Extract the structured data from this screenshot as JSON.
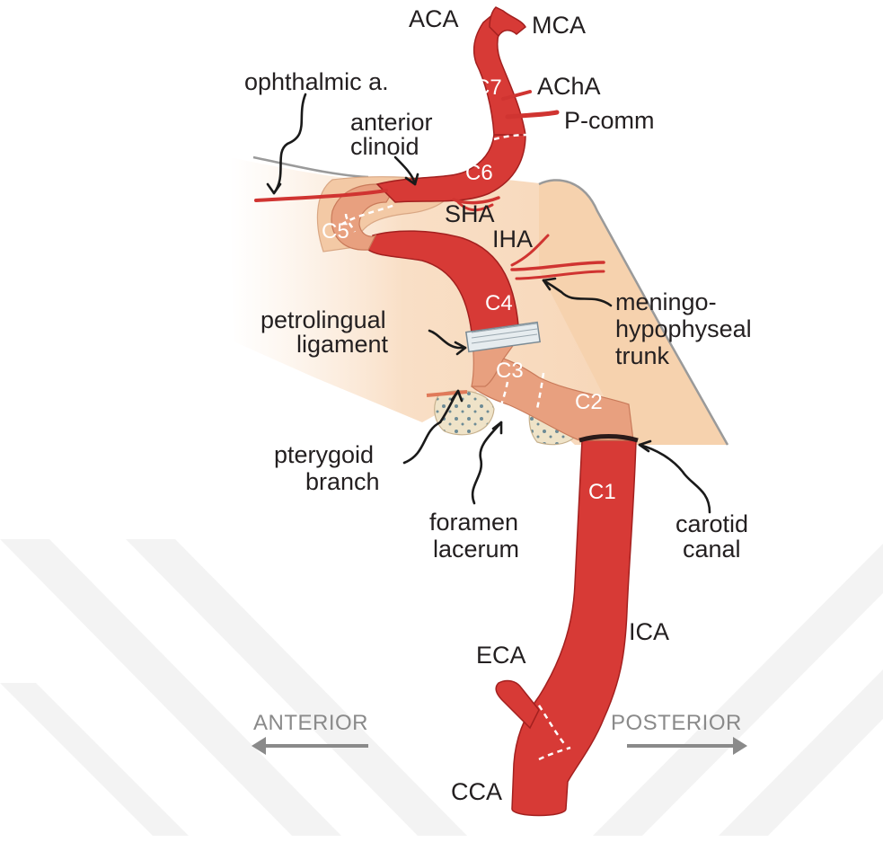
{
  "labels": {
    "aca": "ACA",
    "mca": "MCA",
    "acha": "AChA",
    "pcomm": "P-comm",
    "ophthalmic": "ophthalmic a.",
    "anterior_clinoid_1": "anterior",
    "anterior_clinoid_2": "clinoid",
    "sha": "SHA",
    "iha": "IHA",
    "meningo_1": "meningo-",
    "meningo_2": "hypophyseal",
    "meningo_3": "trunk",
    "petrolingual_1": "petrolingual",
    "petrolingual_2": "ligament",
    "pterygoid_1": "pterygoid",
    "pterygoid_2": "branch",
    "foramen_1": "foramen",
    "foramen_2": "lacerum",
    "carotid_1": "carotid",
    "carotid_2": "canal",
    "ica": "ICA",
    "eca": "ECA",
    "cca": "CCA"
  },
  "segments": {
    "c1": "C1",
    "c2": "C2",
    "c3": "C3",
    "c4": "C4",
    "c5": "C5",
    "c6": "C6",
    "c7": "C7"
  },
  "directions": {
    "anterior": "ANTERIOR",
    "posterior": "POSTERIOR"
  },
  "colors": {
    "artery": "#d73a36",
    "artery_in_bone": "#e8a07f",
    "bone": "#f6dcc0",
    "watermark": "#f2f2f2",
    "direction_arrow": "#8a8a8a"
  }
}
